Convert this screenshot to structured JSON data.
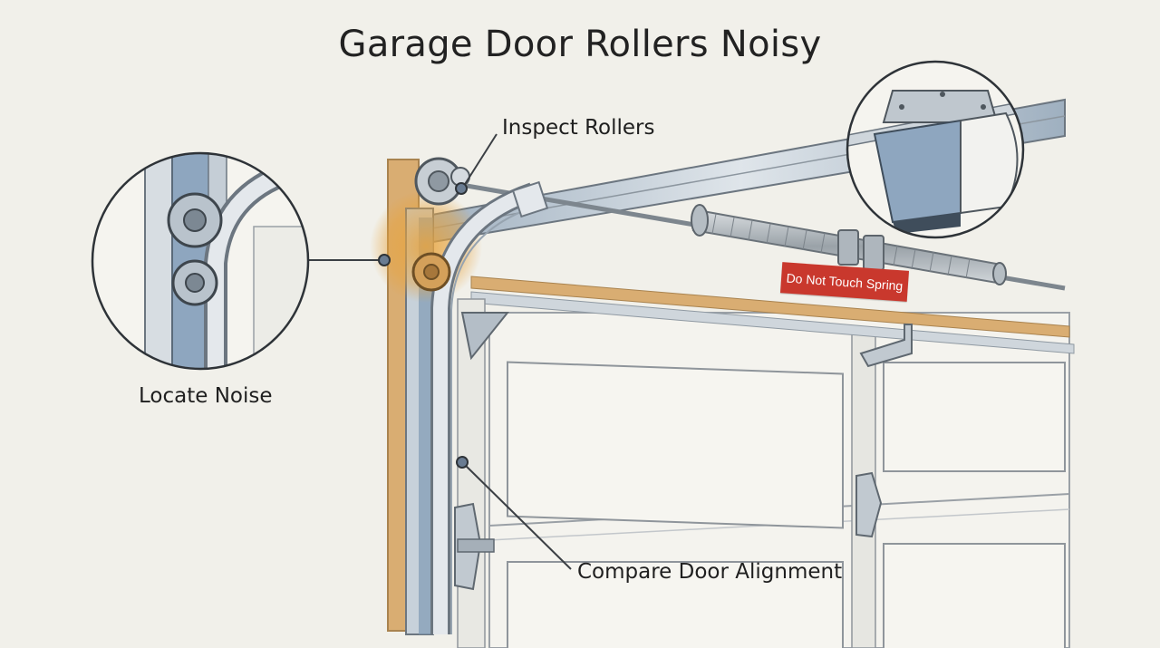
{
  "title": "Garage Door Rollers Noisy",
  "callouts": {
    "inspect_rollers": "Inspect Rollers",
    "locate_noise": "Locate Noise",
    "compare_alignment": "Compare Door Alignment"
  },
  "warning_label": "Do Not Touch Spring",
  "colors": {
    "background": "#f1f0ea",
    "wood_jamb": "#d9ad72",
    "highlight": "#e8a33c",
    "metal": "#b9c3cc",
    "metal_blue": "#8ea6bf",
    "warning": "#c9382d",
    "line": "#3b3f44"
  }
}
